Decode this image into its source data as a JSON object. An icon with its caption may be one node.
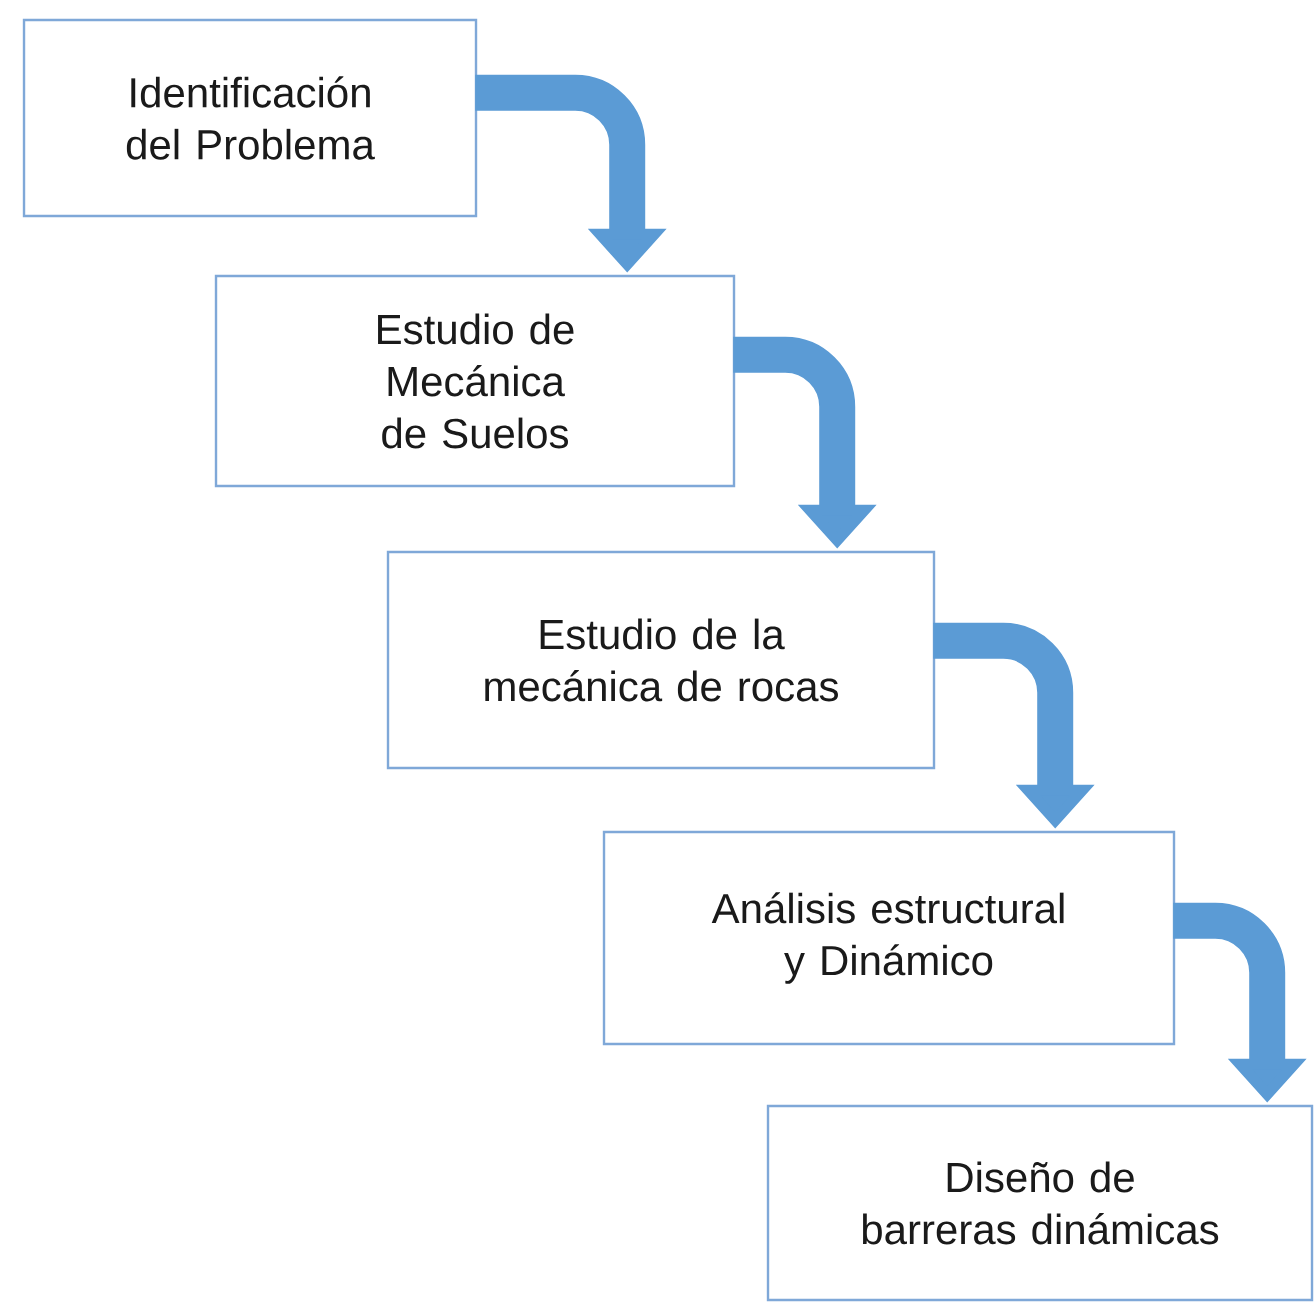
{
  "diagram": {
    "nodes": [
      {
        "text": [
          "Identificación del Problema"
        ]
      },
      {
        "text": [
          "Estudio de Mecánica de Suelos"
        ]
      },
      {
        "text": [
          "Estudio de la mecánica de rocas"
        ]
      },
      {
        "text": [
          "Análisis estructural y Dinámico"
        ]
      },
      {
        "text": [
          "Diseño de barreras dinámicas"
        ]
      }
    ],
    "edges": [
      {
        "from": 0,
        "to": 1,
        "arrow": "to"
      },
      {
        "from": 1,
        "to": 2,
        "arrow": "to"
      },
      {
        "from": 2,
        "to": 3,
        "arrow": "to"
      },
      {
        "from": 3,
        "to": 4,
        "arrow": "to"
      }
    ]
  }
}
